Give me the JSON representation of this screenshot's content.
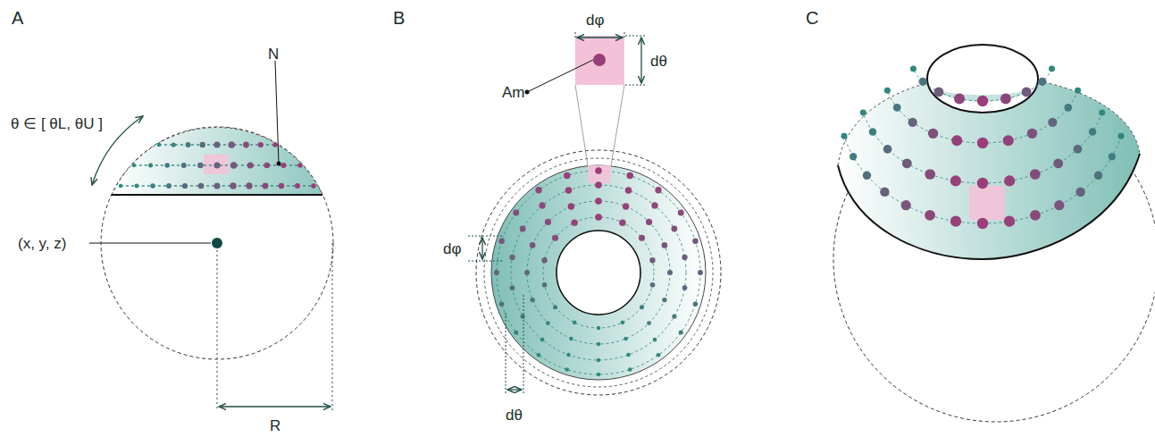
{
  "diagram": {
    "labels": [
      "A",
      "B",
      "C",
      "θ ∈ [ θL, θU ]",
      "N",
      "(x, y, z)",
      "R",
      "dφ",
      "Am",
      "dθ",
      "dφ",
      "dθ"
    ]
  }
}
